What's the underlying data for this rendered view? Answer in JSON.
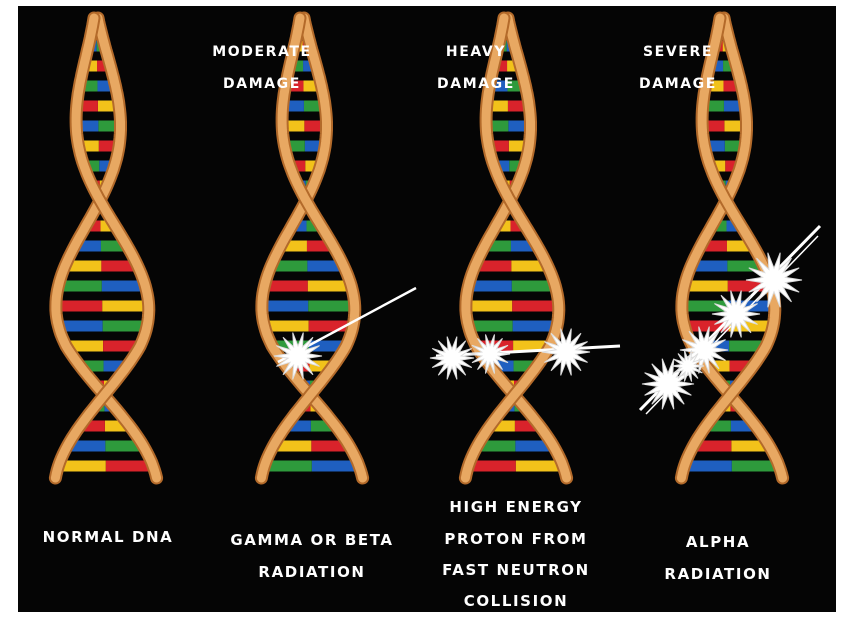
{
  "colors": {
    "background": "#050505",
    "backbone": "#e8a862",
    "backbone_edge": "#b36a2a",
    "base_red": "#d9232b",
    "base_blue": "#1f5fc0",
    "base_yellow": "#f2c21a",
    "base_green": "#2e9a3c",
    "burst": "#ffffff"
  },
  "panels": [
    {
      "id": "normal",
      "damage_label": [],
      "caption": [
        "NORMAL DNA"
      ],
      "track": "none",
      "bursts": 0
    },
    {
      "id": "gamma",
      "damage_label": [
        "MODERATE",
        "DAMAGE"
      ],
      "caption": [
        "GAMMA OR BETA",
        "RADIATION"
      ],
      "track": "single-line",
      "bursts": 1
    },
    {
      "id": "proton",
      "damage_label": [
        "HEAVY",
        "DAMAGE"
      ],
      "caption": [
        "HIGH ENERGY",
        "PROTON FROM",
        "FAST NEUTRON",
        "COLLISION"
      ],
      "track": "horizontal-line",
      "bursts": 3
    },
    {
      "id": "alpha",
      "damage_label": [
        "SEVERE",
        "DAMAGE"
      ],
      "caption": [
        "ALPHA",
        "RADIATION"
      ],
      "track": "dense-line",
      "bursts": 5
    }
  ]
}
